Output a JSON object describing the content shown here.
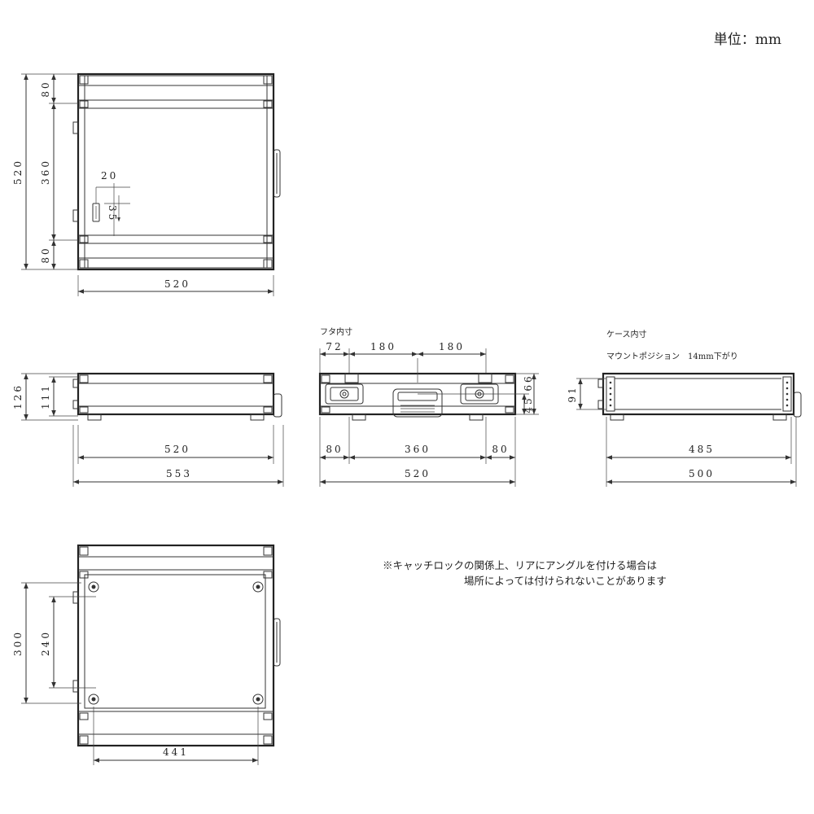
{
  "unit_label": "単位：mm",
  "note_line1": "※キャッチロックの関係上、リアにアングルを付ける場合は",
  "note_line2": "場所によっては付けられないことがあります",
  "labels": {
    "lid_inner": "フタ内寸",
    "case_inner": "ケース内寸",
    "mount_position": "マウントポジション　14mm下がり"
  },
  "top_view": {
    "width": "520",
    "height": "520",
    "top": "80",
    "middle": "360",
    "bottom": "80",
    "offset_x": "20",
    "offset_y": "35"
  },
  "side_view": {
    "height_outer": "126",
    "height_inner": "111",
    "width_inner": "520",
    "width_outer": "553"
  },
  "front_view": {
    "lid_72": "72",
    "span_a": "180",
    "span_b": "180",
    "left": "80",
    "middle": "360",
    "right": "80",
    "total": "520",
    "height_a": "45",
    "height_b": "66"
  },
  "end_view": {
    "height": "91",
    "inner": "485",
    "outer": "500"
  },
  "rear_view": {
    "height_outer": "300",
    "height_inner": "240",
    "width": "441"
  }
}
